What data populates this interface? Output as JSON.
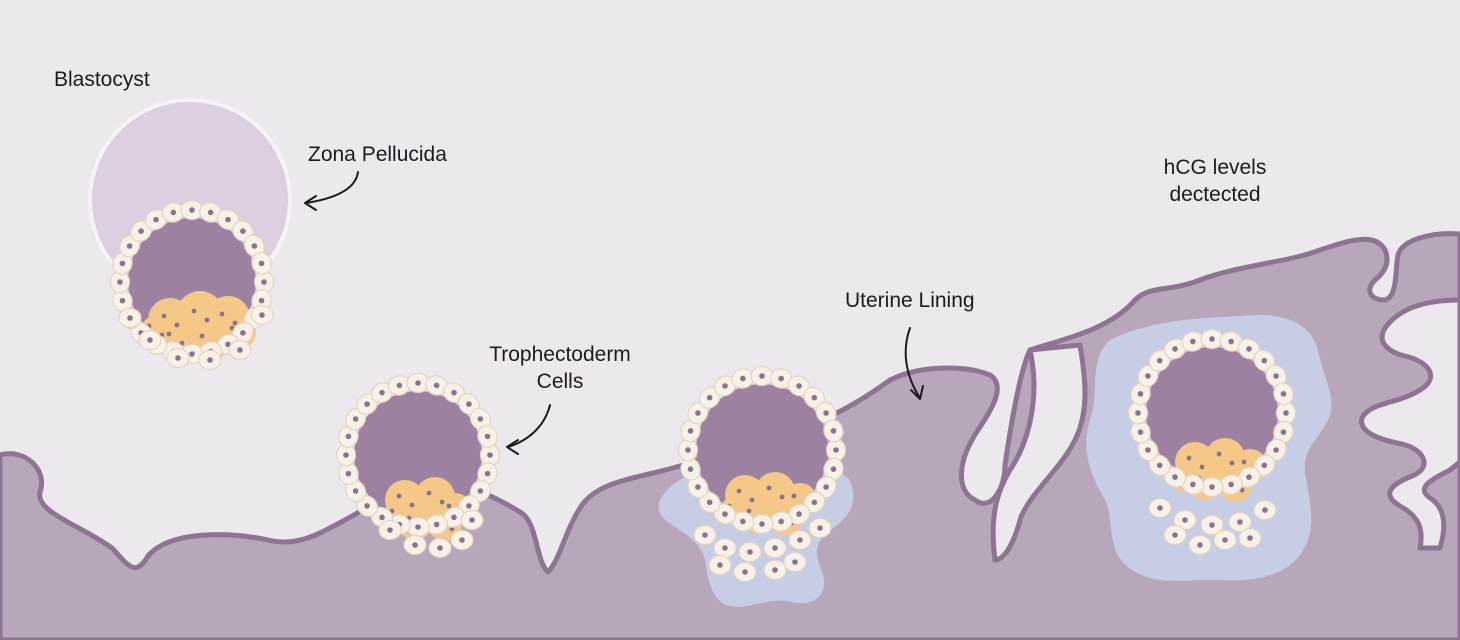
{
  "labels": {
    "blastocyst": "Blastocyst",
    "zona_pellucida": "Zona Pellucida",
    "trophectoderm": "Trophectoderm\nCells",
    "uterine_lining": "Uterine Lining",
    "hcg": "hCG levels\ndectected"
  },
  "colors": {
    "background": "#ede8ee",
    "tissue": "#b8a6bb",
    "tissue_outline": "#8d7592",
    "zona_pellucida": "#dccfdf",
    "zona_outline": "#f7f2f7",
    "blastocoel": "#9c82a0",
    "cell": "#f8f1e6",
    "cell_outline": "#e3d3cb",
    "nucleus": "#8a7391",
    "inner_cell_mass": "#f5c887",
    "implantation_zone": "#c7cde4",
    "text": "#1e1a20"
  }
}
